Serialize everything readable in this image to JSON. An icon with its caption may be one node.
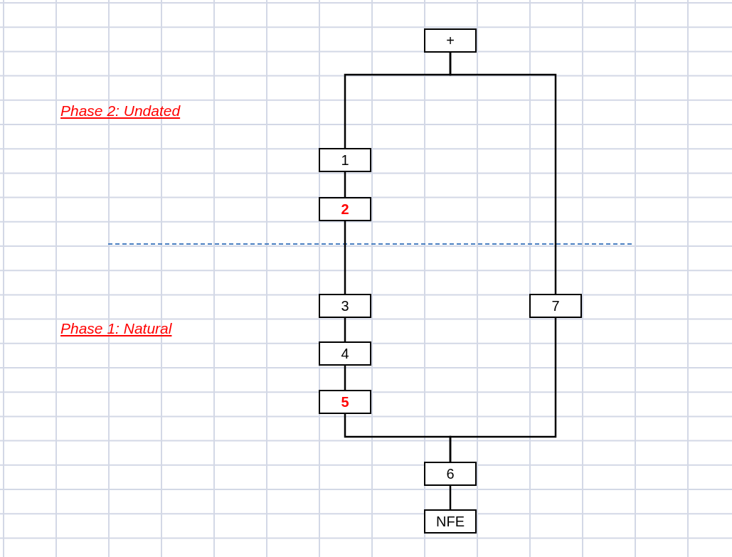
{
  "diagram": {
    "nodes": [
      {
        "text": [
          "+"
        ]
      },
      {
        "text": [
          "1"
        ]
      },
      {
        "text": [
          "2"
        ]
      },
      {
        "text": [
          "3"
        ]
      },
      {
        "text": [
          "7"
        ]
      },
      {
        "text": [
          "4"
        ]
      },
      {
        "text": [
          "5"
        ]
      },
      {
        "text": [
          "6"
        ]
      },
      {
        "text": [
          "NFE"
        ]
      }
    ],
    "edges": [
      {
        "from": 0,
        "to": 1,
        "arrow": "none"
      },
      {
        "from": 0,
        "to": 4,
        "arrow": "none"
      },
      {
        "from": 1,
        "to": 2,
        "arrow": "none"
      },
      {
        "from": 2,
        "to": 3,
        "arrow": "none"
      },
      {
        "from": 3,
        "to": 5,
        "arrow": "none"
      },
      {
        "from": 5,
        "to": 6,
        "arrow": "none"
      },
      {
        "from": 6,
        "to": 7,
        "arrow": "none"
      },
      {
        "from": 4,
        "to": 7,
        "arrow": "none"
      },
      {
        "from": 7,
        "to": 8,
        "arrow": "none"
      }
    ],
    "labels": [
      "Phase 2: Undated",
      "Phase 1: Natural"
    ]
  }
}
